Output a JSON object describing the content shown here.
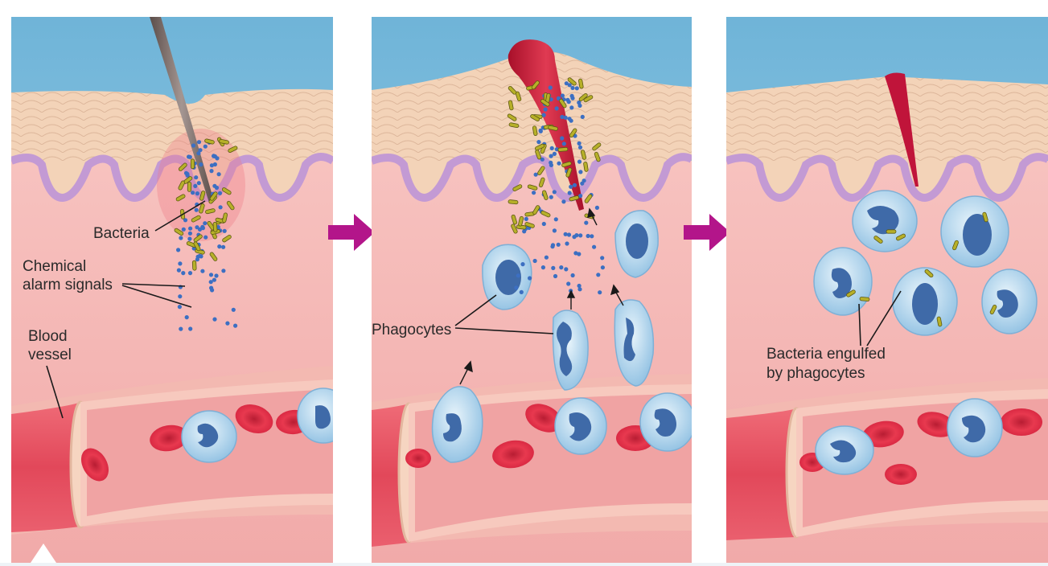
{
  "panels": [
    {
      "id": "panel-1",
      "labels": [
        {
          "key": "bacteria",
          "text": "Bacteria"
        },
        {
          "key": "chemical",
          "text": "Chemical"
        },
        {
          "key": "alarm",
          "text": "alarm signals"
        },
        {
          "key": "blood",
          "text": "Blood"
        },
        {
          "key": "vessel",
          "text": "vessel"
        }
      ]
    },
    {
      "id": "panel-2",
      "labels": [
        {
          "key": "phagocytes",
          "text": "Phagocytes"
        }
      ]
    },
    {
      "id": "panel-3",
      "labels": [
        {
          "key": "engulfed1",
          "text": "Bacteria engulfed"
        },
        {
          "key": "engulfed2",
          "text": "by phagocytes"
        }
      ]
    }
  ],
  "colors": {
    "sky": "#8cc6e0",
    "epidermis": "#f3d3b8",
    "dermis": "#f4b6b4",
    "basal": "#c8a3d6",
    "vessel": "#e85260",
    "rbc": "#e0334a",
    "phagocyte": "#a9d2ec",
    "nucleus": "#3f6aa8",
    "bacteria": "#b7b029",
    "signal": "#3c6fc2",
    "arrow": "#b3158a"
  },
  "icons": {
    "transition_arrow": "right-arrow-icon",
    "corner_marker": "triangle-up-icon"
  }
}
